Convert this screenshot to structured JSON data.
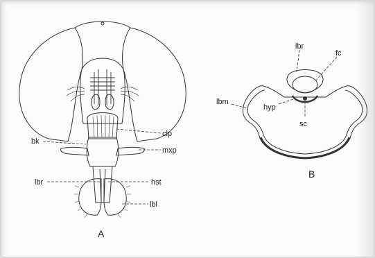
{
  "figure_a": {
    "panel_label": "A",
    "labels": {
      "clp": "clp",
      "bk": "bk",
      "mxp": "mxp",
      "lbr": "lbr",
      "hst": "hst",
      "lbl": "lbl"
    }
  },
  "figure_b": {
    "panel_label": "B",
    "labels": {
      "lbr": "lbr",
      "fc": "fc",
      "lbm": "lbm",
      "hyp": "hyp",
      "sc": "sc"
    }
  },
  "colors": {
    "ink": "#222222",
    "paper": "#fbfbfb"
  }
}
